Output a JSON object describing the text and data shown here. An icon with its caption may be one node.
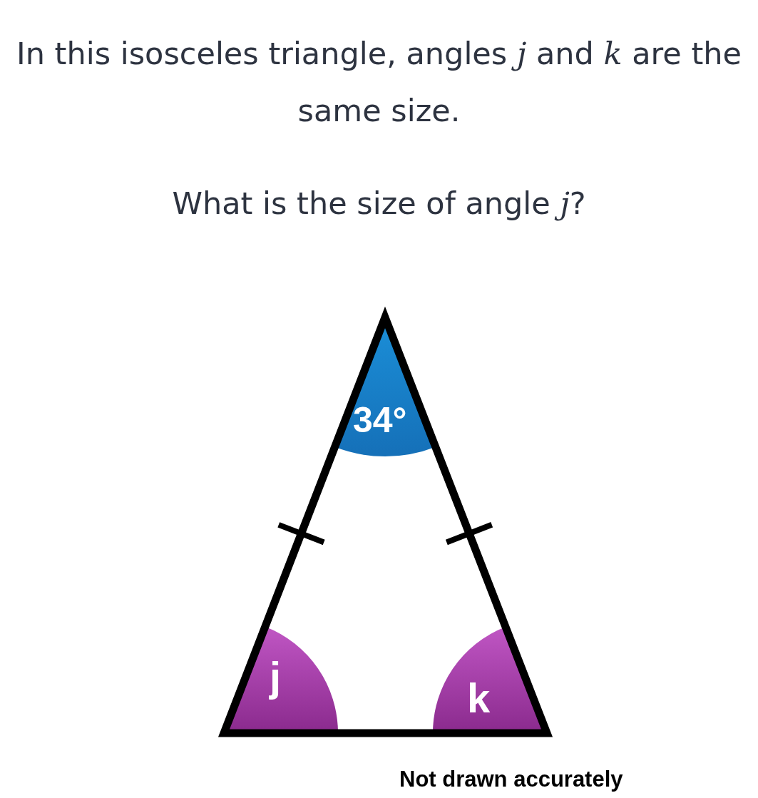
{
  "diagram": {
    "title": "In this isosceles triangle, angles *j* and *k* are the same size.",
    "labels": [
      "What is the size of angle *j*?",
      "34°",
      "j",
      "k",
      "Not drawn accurately"
    ]
  }
}
